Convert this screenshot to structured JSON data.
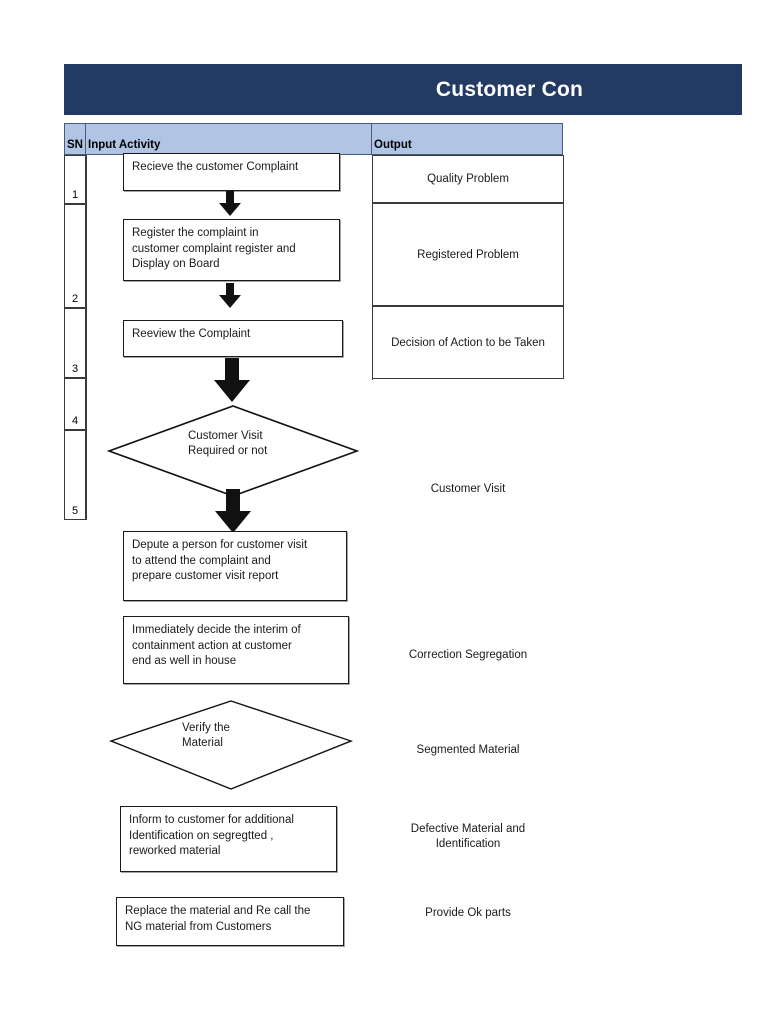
{
  "document": {
    "title": "Customer Con",
    "headers": {
      "sn": "SN",
      "input_activity": "Input Activity",
      "output": "Output"
    },
    "colors": {
      "title_bar": "#233B63",
      "header_row": "#B0C4E4",
      "border": "#3a3a3a",
      "shape_outline": "#1a1a1a",
      "page_background": "#ffffff"
    }
  },
  "sn_numbers": [
    "1",
    "2",
    "3",
    "4",
    "5"
  ],
  "flow_steps": [
    {
      "sn": "1",
      "shape": "process",
      "text": "Recieve the customer Complaint",
      "output": "Quality Problem"
    },
    {
      "sn": "2",
      "shape": "process",
      "text": "Register the complaint in\ncustomer complaint register and\nDisplay on Board",
      "output": "Registered Problem"
    },
    {
      "sn": "3",
      "shape": "process",
      "text": "Reeview the Complaint",
      "output": "Decision of Action to be Taken"
    },
    {
      "sn": "4",
      "shape": "decision",
      "text": "Customer Visit\nRequired or not",
      "output": "Customer Visit"
    },
    {
      "sn": "5",
      "shape": "process",
      "text": "Depute a person for customer visit\nto attend the complaint and\nprepare customer visit report",
      "output": ""
    },
    {
      "sn": "",
      "shape": "process",
      "text": "Immediately decide the interim of\ncontainment action at customer\nend as well in house",
      "output": "Correction Segregation"
    },
    {
      "sn": "",
      "shape": "decision",
      "text": "Verify the\nMaterial",
      "output": "Segmented Material"
    },
    {
      "sn": "",
      "shape": "process",
      "text": "Inform to customer for additional\nIdentification on segregtted ,\nreworked material",
      "output": "Defective Material and\nIdentification"
    },
    {
      "sn": "",
      "shape": "process",
      "text": "Replace the material and Re call the\nNG material from Customers",
      "output": "Provide Ok parts"
    }
  ],
  "boxed_outputs": [
    {
      "label": "Quality Problem"
    },
    {
      "label": "Registered Problem"
    },
    {
      "label": "Decision of Action to be Taken"
    }
  ],
  "plain_outputs": [
    {
      "label": "Customer Visit"
    },
    {
      "label": "Correction Segregation"
    },
    {
      "label": "Segmented Material"
    },
    {
      "label": "Defective Material and\nIdentification"
    },
    {
      "label": "Provide Ok parts"
    }
  ],
  "connectors": [
    {
      "name": "arrow-recieve-to-register",
      "style": "small"
    },
    {
      "name": "arrow-register-to-review",
      "style": "small"
    },
    {
      "name": "arrow-review-to-decision",
      "style": "large"
    },
    {
      "name": "arrow-decision-to-depute",
      "style": "large"
    }
  ]
}
